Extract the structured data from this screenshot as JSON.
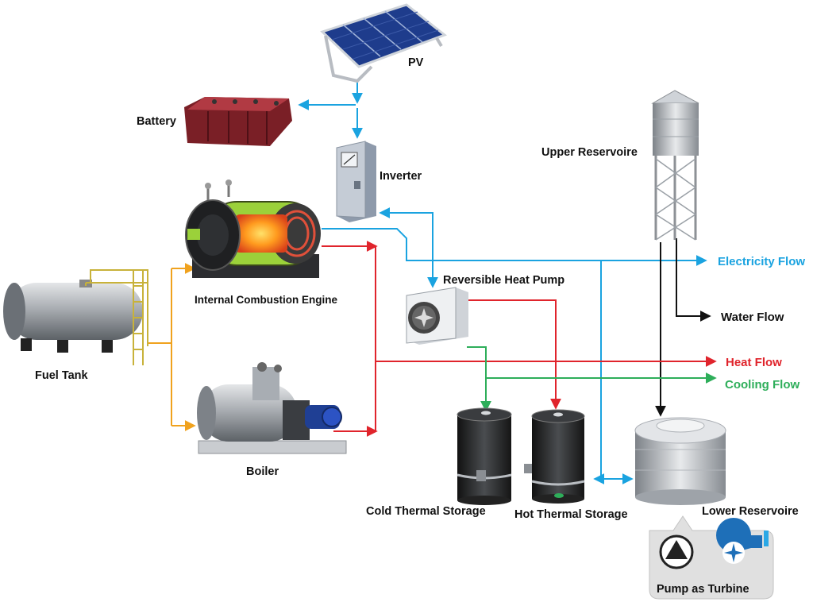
{
  "labels": {
    "pv": "PV",
    "battery": "Battery",
    "inverter": "Inverter",
    "upper_reservoir": "Upper Reservoire",
    "ice": "Internal Combustion Engine",
    "fuel_tank": "Fuel Tank",
    "heat_pump": "Reversible Heat Pump",
    "boiler": "Boiler",
    "cold_storage": "Cold Thermal Storage",
    "hot_storage": "Hot Thermal Storage",
    "lower_reservoir": "Lower Reservoire",
    "pump_turbine": "Pump as Turbine"
  },
  "legend": {
    "electricity": "Electricity Flow",
    "water": "Water Flow",
    "heat": "Heat Flow",
    "cooling": "Cooling Flow"
  },
  "colors": {
    "electricity": "#1aa3e0",
    "water": "#111111",
    "heat": "#e0242c",
    "cooling": "#2eae5a",
    "fuel": "#f0a21e"
  }
}
